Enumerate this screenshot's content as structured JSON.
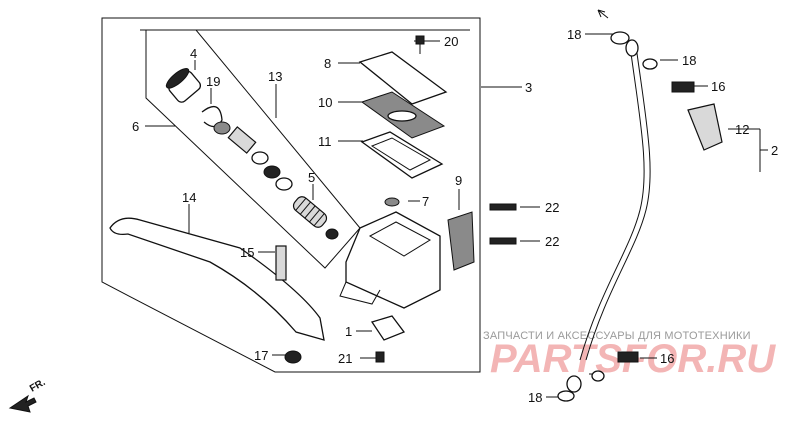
{
  "callouts": {
    "c1": "1",
    "c2": "2",
    "c3": "3",
    "c4": "4",
    "c5": "5",
    "c6": "6",
    "c7": "7",
    "c8": "8",
    "c9": "9",
    "c10": "10",
    "c11": "11",
    "c12": "12",
    "c13": "13",
    "c14": "14",
    "c15": "15",
    "c16a": "16",
    "c16b": "16",
    "c17": "17",
    "c18a": "18",
    "c18b": "18",
    "c18c": "18",
    "c19": "19",
    "c20": "20",
    "c21": "21",
    "c22a": "22",
    "c22b": "22"
  },
  "watermark": {
    "subtitle": "ЗАПЧАСТИ И АКСЕССУАРЫ ДЛЯ МОТОТЕХНИКИ",
    "brand": "PARTSFOR.RU"
  },
  "direction": {
    "label": "FR."
  }
}
